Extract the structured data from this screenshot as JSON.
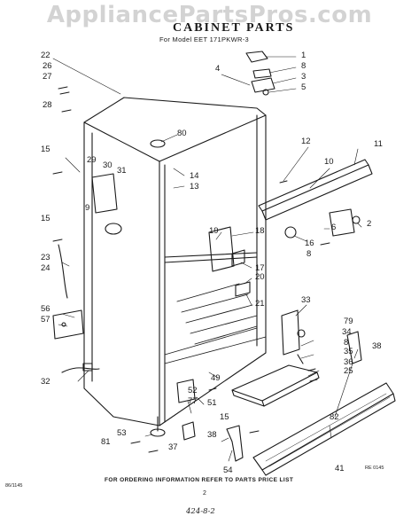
{
  "watermark": "AppliancePartsPros.com",
  "title": "CABINET PARTS",
  "subtitle": "For Model EET 171PKWR-3",
  "callouts": [
    "1",
    "8",
    "3",
    "5",
    "4",
    "22",
    "26",
    "27",
    "28",
    "80",
    "12",
    "11",
    "10",
    "15",
    "29",
    "30",
    "31",
    "14",
    "13",
    "9",
    "6",
    "2",
    "16",
    "8",
    "15",
    "18",
    "19",
    "23",
    "24",
    "17",
    "20",
    "21",
    "33",
    "79",
    "34",
    "8",
    "56",
    "57",
    "35",
    "36",
    "25",
    "38",
    "49",
    "52",
    "77",
    "51",
    "32",
    "15",
    "53",
    "82",
    "81",
    "37",
    "38",
    "41",
    "54"
  ],
  "footer_text": "FOR ORDERING INFORMATION REFER TO PARTS PRICE LIST",
  "code_left": "86/1145",
  "code_right": "RE 0145",
  "page_number": "2",
  "handwritten_note": "424-8-2",
  "colors": {
    "ink": "#1a1a1a",
    "watermark": "#969696"
  }
}
